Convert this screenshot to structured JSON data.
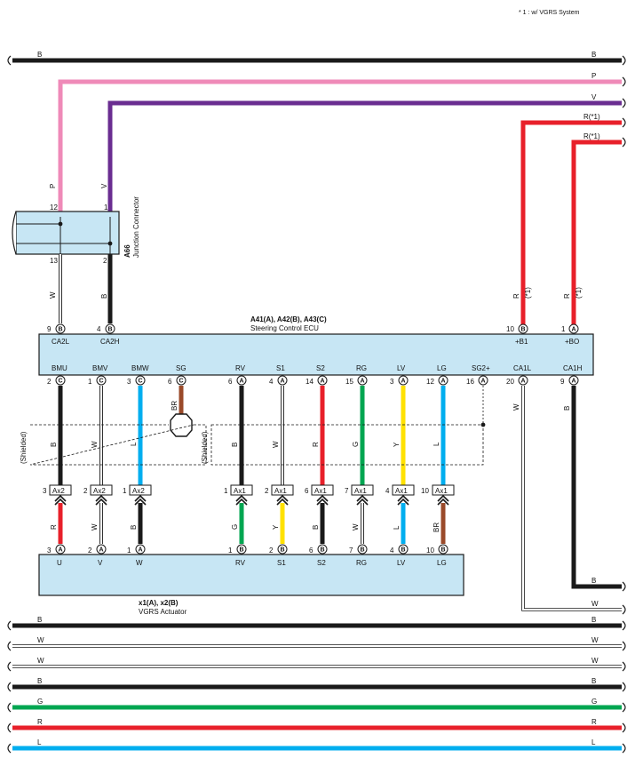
{
  "note": "* 1 : w/ VGRS System",
  "colors": {
    "B": "#1a1a1a",
    "W": "#ffffff",
    "P": "#ef8ab8",
    "V": "#6a2d91",
    "R": "#e8202a",
    "G": "#00a651",
    "Y": "#ffe100",
    "L": "#00aeef",
    "BR": "#9a4a2a",
    "ecu_fill": "#c7e6f4",
    "outline": "#1a1a1a"
  },
  "top_bus": [
    {
      "color": "B",
      "label_left": "B",
      "label_right": "B"
    },
    {
      "color": "P",
      "label_right": "P"
    },
    {
      "color": "V",
      "label_right": "V"
    },
    {
      "color": "R",
      "label_right": "R(*1)"
    },
    {
      "color": "R",
      "label_right": "R(*1)"
    }
  ],
  "junction": {
    "id": "A66",
    "name": "Junction Connector",
    "pins": [
      {
        "top": "12",
        "bottom": "13",
        "wire_top": "P",
        "wire_bottom": "W"
      },
      {
        "top": "1",
        "bottom": "2",
        "wire_top": "V",
        "wire_bottom": "B"
      }
    ]
  },
  "ecu": {
    "title": "A41(A), A42(B), A43(C)",
    "name": "Steering Control ECU",
    "top_pins": [
      {
        "pin": "9",
        "conn": "B",
        "name": "CA2L",
        "wire": "W"
      },
      {
        "pin": "4",
        "conn": "B",
        "name": "CA2H",
        "wire": "B"
      },
      {
        "pin": "10",
        "conn": "B",
        "name": "+B1",
        "wire": "R",
        "wire_label": "R",
        "note": "(*1)"
      },
      {
        "pin": "1",
        "conn": "A",
        "name": "+BO",
        "wire": "R",
        "wire_label": "R",
        "note": "(*1)"
      }
    ],
    "bottom_pins": [
      {
        "name": "BMU",
        "pin": "2",
        "conn": "C"
      },
      {
        "name": "BMV",
        "pin": "1",
        "conn": "C"
      },
      {
        "name": "BMW",
        "pin": "3",
        "conn": "C"
      },
      {
        "name": "SG",
        "pin": "6",
        "conn": "C"
      },
      {
        "name": "RV",
        "pin": "6",
        "conn": "A"
      },
      {
        "name": "S1",
        "pin": "4",
        "conn": "A"
      },
      {
        "name": "S2",
        "pin": "14",
        "conn": "A"
      },
      {
        "name": "RG",
        "pin": "15",
        "conn": "A"
      },
      {
        "name": "LV",
        "pin": "3",
        "conn": "A"
      },
      {
        "name": "LG",
        "pin": "12",
        "conn": "A"
      },
      {
        "name": "SG2+",
        "pin": "16",
        "conn": "A"
      },
      {
        "name": "CA1L",
        "pin": "20",
        "conn": "A"
      },
      {
        "name": "CA1H",
        "pin": "9",
        "conn": "A"
      }
    ]
  },
  "ecu_wires": [
    {
      "label": "B",
      "color": "B"
    },
    {
      "label": "W",
      "color": "W"
    },
    {
      "label": "L",
      "color": "L"
    },
    {
      "label": "BR",
      "color": "BR"
    },
    {
      "label": "B",
      "color": "B"
    },
    {
      "label": "W",
      "color": "W"
    },
    {
      "label": "R",
      "color": "R"
    },
    {
      "label": "G",
      "color": "G"
    },
    {
      "label": "Y",
      "color": "Y"
    },
    {
      "label": "L",
      "color": "L"
    },
    {
      "label": "W",
      "color": "W"
    },
    {
      "label": "B",
      "color": "B"
    }
  ],
  "shielded_label": "(Shielded)",
  "inline_connectors": [
    {
      "pin": "3",
      "id": "Ax2"
    },
    {
      "pin": "2",
      "id": "Ax2"
    },
    {
      "pin": "1",
      "id": "Ax2"
    },
    {
      "pin": "1",
      "id": "Ax1"
    },
    {
      "pin": "2",
      "id": "Ax1"
    },
    {
      "pin": "6",
      "id": "Ax1"
    },
    {
      "pin": "7",
      "id": "Ax1"
    },
    {
      "pin": "4",
      "id": "Ax1"
    },
    {
      "pin": "10",
      "id": "Ax1"
    }
  ],
  "actuator_wires": [
    {
      "label": "R",
      "color": "R"
    },
    {
      "label": "W",
      "color": "W"
    },
    {
      "label": "B",
      "color": "B"
    },
    {
      "label": "G",
      "color": "G"
    },
    {
      "label": "Y",
      "color": "Y"
    },
    {
      "label": "B",
      "color": "B"
    },
    {
      "label": "W",
      "color": "W"
    },
    {
      "label": "L",
      "color": "L"
    },
    {
      "label": "BR",
      "color": "BR"
    }
  ],
  "actuator": {
    "title": "x1(A), x2(B)",
    "name": "VGRS Actuator",
    "pins": [
      {
        "pin": "3",
        "conn": "A",
        "name": "U"
      },
      {
        "pin": "2",
        "conn": "A",
        "name": "V"
      },
      {
        "pin": "1",
        "conn": "A",
        "name": "W"
      },
      {
        "pin": "1",
        "conn": "B",
        "name": "RV"
      },
      {
        "pin": "2",
        "conn": "B",
        "name": "S1"
      },
      {
        "pin": "6",
        "conn": "B",
        "name": "S2"
      },
      {
        "pin": "7",
        "conn": "B",
        "name": "RG"
      },
      {
        "pin": "4",
        "conn": "B",
        "name": "LV"
      },
      {
        "pin": "10",
        "conn": "B",
        "name": "LG"
      }
    ]
  },
  "right_exit_labels": [
    "B",
    "W"
  ],
  "bottom_bus": [
    {
      "color": "B",
      "label": "B"
    },
    {
      "color": "W",
      "label": "W"
    },
    {
      "color": "W",
      "label": "W"
    },
    {
      "color": "B",
      "label": "B"
    },
    {
      "color": "G",
      "label": "G"
    },
    {
      "color": "R",
      "label": "R"
    },
    {
      "color": "L",
      "label": "L"
    }
  ]
}
